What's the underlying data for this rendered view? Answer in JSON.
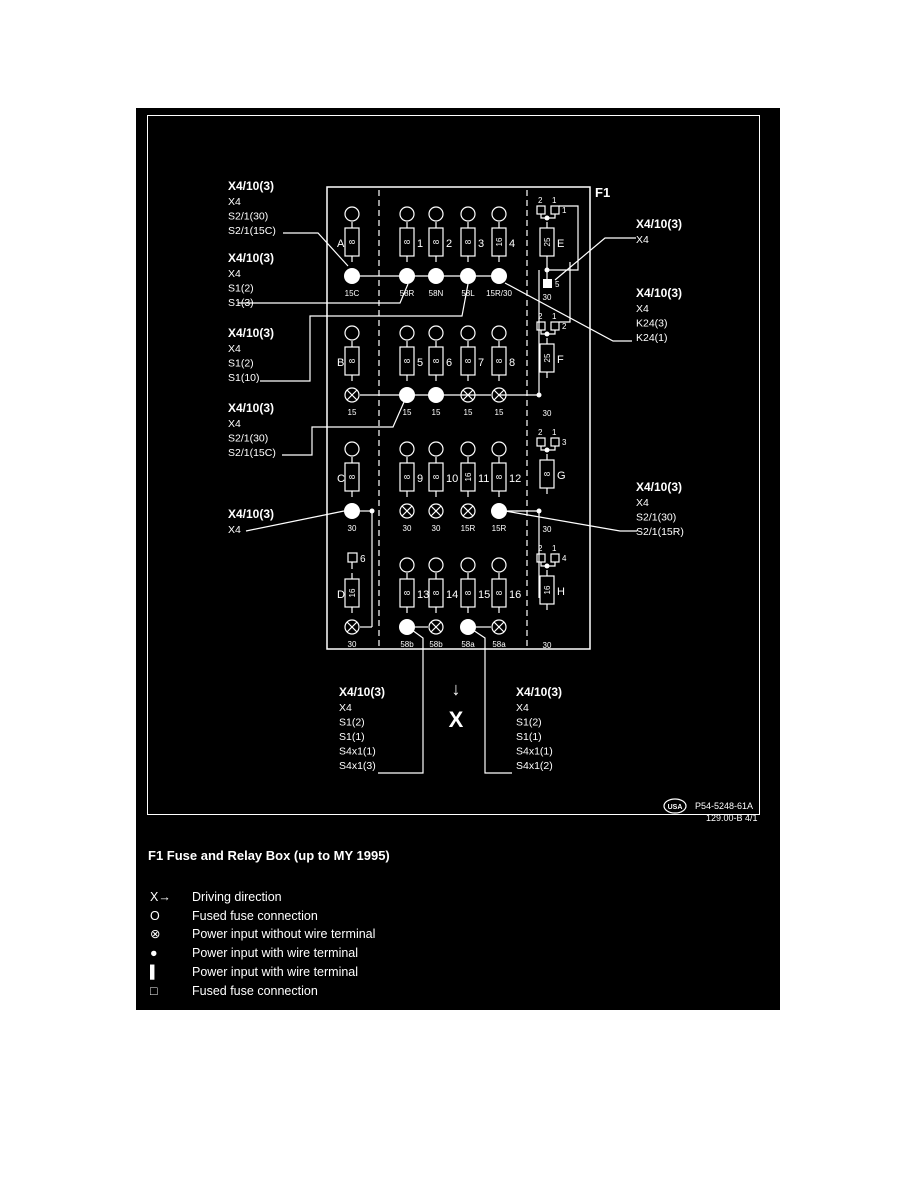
{
  "box_title": "F1",
  "fuses": {
    "A": {
      "letter": "A",
      "rating": "8",
      "terminal": "15C"
    },
    "B": {
      "letter": "B",
      "rating": "8",
      "terminal": "15"
    },
    "C": {
      "letter": "C",
      "rating": "8",
      "terminal": "30"
    },
    "D": {
      "letter": "D",
      "rating": "16",
      "terminal": "30",
      "connector": "6"
    },
    "col1": [
      {
        "num": "1",
        "rating": "8",
        "terminal": "58R"
      },
      {
        "num": "2",
        "rating": "8",
        "terminal": "58N"
      },
      {
        "num": "3",
        "rating": "8",
        "terminal": "58L"
      },
      {
        "num": "4",
        "rating": "16",
        "terminal": "15R/30"
      }
    ],
    "col2": [
      {
        "num": "5",
        "rating": "8",
        "terminal": "15"
      },
      {
        "num": "6",
        "rating": "8",
        "terminal": "15"
      },
      {
        "num": "7",
        "rating": "8",
        "terminal": "15"
      },
      {
        "num": "8",
        "rating": "8",
        "terminal": "15"
      }
    ],
    "col3": [
      {
        "num": "9",
        "rating": "8",
        "terminal": "30"
      },
      {
        "num": "10",
        "rating": "8",
        "terminal": "30"
      },
      {
        "num": "11",
        "rating": "16",
        "terminal": "15R"
      },
      {
        "num": "12",
        "rating": "8",
        "terminal": "15R"
      }
    ],
    "col4": [
      {
        "num": "13",
        "rating": "8",
        "terminal": "58b"
      },
      {
        "num": "14",
        "rating": "8",
        "terminal": "58b"
      },
      {
        "num": "15",
        "rating": "8",
        "terminal": "58a"
      },
      {
        "num": "16",
        "rating": "8",
        "terminal": "58a"
      }
    ],
    "E": {
      "letter": "E",
      "rating": "25",
      "terminal": "30",
      "pin_a": "2",
      "pin_b": "1",
      "pin_c": "1",
      "relay": "5"
    },
    "F": {
      "letter": "F",
      "rating": "25",
      "terminal": "30",
      "pin_a": "2",
      "pin_b": "1",
      "pin_c": "2"
    },
    "G": {
      "letter": "G",
      "rating": "8",
      "terminal": "30",
      "pin_a": "2",
      "pin_b": "1",
      "pin_c": "3"
    },
    "H": {
      "letter": "H",
      "rating": "16",
      "terminal": "30",
      "pin_a": "2",
      "pin_b": "1",
      "pin_c": "4"
    }
  },
  "callouts": [
    {
      "title": "X4/10(3)",
      "lines": [
        "X4",
        "S2/1(30)",
        "S2/1(15C)"
      ]
    },
    {
      "title": "X4/10(3)",
      "lines": [
        "X4",
        "S1(2)",
        "S1(3)"
      ]
    },
    {
      "title": "X4/10(3)",
      "lines": [
        "X4",
        "S1(2)",
        "S1(10)"
      ]
    },
    {
      "title": "X4/10(3)",
      "lines": [
        "X4",
        "S2/1(30)",
        "S2/1(15C)"
      ]
    },
    {
      "title": "X4/10(3)",
      "lines": [
        "X4"
      ]
    },
    {
      "title": "X4/10(3)",
      "lines": [
        "X4"
      ]
    },
    {
      "title": "X4/10(3)",
      "lines": [
        "X4",
        "K24(3)",
        "K24(1)"
      ]
    },
    {
      "title": "X4/10(3)",
      "lines": [
        "X4",
        "S2/1(30)",
        "S2/1(15R)"
      ]
    },
    {
      "title": "X4/10(3)",
      "lines": [
        "X4",
        "S1(2)",
        "S1(1)",
        "S4x1(1)",
        "S4x1(3)"
      ]
    },
    {
      "title": "X4/10(3)",
      "lines": [
        "X4",
        "S1(2)",
        "S1(1)",
        "S4x1(1)",
        "S4x1(2)"
      ]
    }
  ],
  "direction": {
    "arrow": "↓",
    "label": "X"
  },
  "stamp": {
    "badge": "USA",
    "code1": "P54-5248-61A",
    "code2": "129.00-B 4/1"
  },
  "caption": "F1 Fuse and Relay Box (up to MY 1995)",
  "legend": [
    {
      "symbol": "X→",
      "text": "Driving direction"
    },
    {
      "symbol": "O",
      "text": "Fused fuse connection"
    },
    {
      "symbol": "⊗",
      "text": "Power input without wire terminal"
    },
    {
      "symbol": "●",
      "text": "Power input with wire terminal"
    },
    {
      "symbol": "▌",
      "text": "Power input with wire terminal"
    },
    {
      "symbol": "□",
      "text": "Fused fuse connection"
    }
  ]
}
